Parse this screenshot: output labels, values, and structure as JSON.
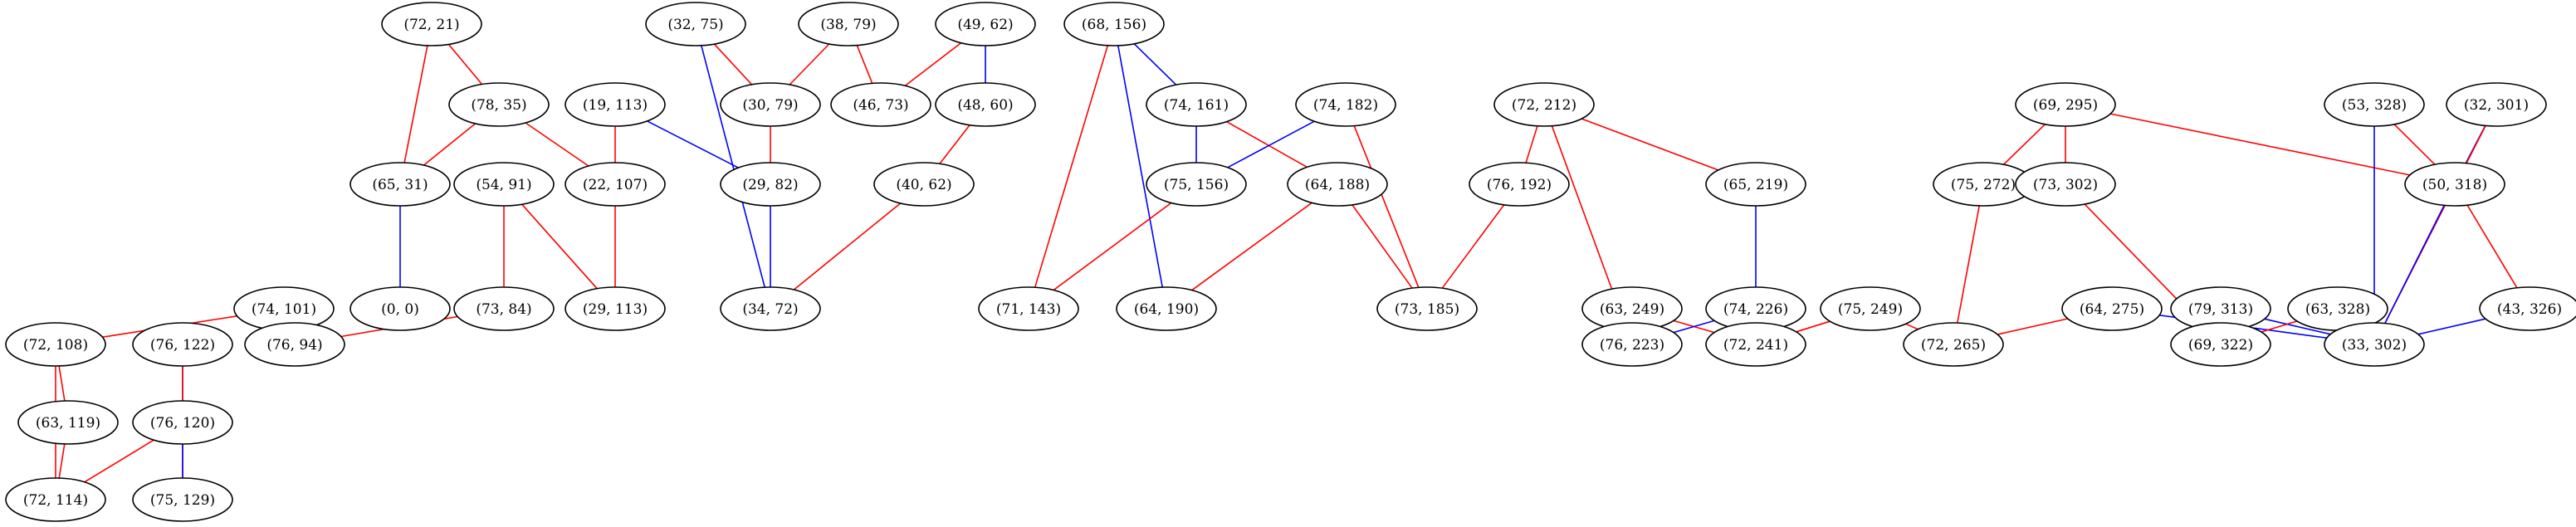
{
  "colors": {
    "red": "#ff0000",
    "blue": "#0000ff",
    "node_stroke": "#000000"
  },
  "nodes": [
    {
      "id": "n1",
      "label": "(72, 21)"
    },
    {
      "id": "n2",
      "label": "(78, 35)"
    },
    {
      "id": "n3",
      "label": "(65, 31)"
    },
    {
      "id": "n4",
      "label": "(0, 0)"
    },
    {
      "id": "n5",
      "label": "(19, 113)"
    },
    {
      "id": "n6",
      "label": "(22, 107)"
    },
    {
      "id": "n7",
      "label": "(54, 91)"
    },
    {
      "id": "n8",
      "label": "(73, 84)"
    },
    {
      "id": "n9",
      "label": "(29, 113)"
    },
    {
      "id": "n10",
      "label": "(74, 101)"
    },
    {
      "id": "n11",
      "label": "(76, 94)"
    },
    {
      "id": "n12",
      "label": "(72, 108)"
    },
    {
      "id": "n13",
      "label": "(63, 119)"
    },
    {
      "id": "n14",
      "label": "(72, 114)"
    },
    {
      "id": "n15",
      "label": "(76, 122)"
    },
    {
      "id": "n16",
      "label": "(76, 120)"
    },
    {
      "id": "n17",
      "label": "(75, 129)"
    },
    {
      "id": "n18",
      "label": "(32, 75)"
    },
    {
      "id": "n19",
      "label": "(30, 79)"
    },
    {
      "id": "n20",
      "label": "(38, 79)"
    },
    {
      "id": "n21",
      "label": "(46, 73)"
    },
    {
      "id": "n22",
      "label": "(29, 82)"
    },
    {
      "id": "n23",
      "label": "(34, 72)"
    },
    {
      "id": "n24",
      "label": "(49, 62)"
    },
    {
      "id": "n25",
      "label": "(48, 60)"
    },
    {
      "id": "n26",
      "label": "(40, 62)"
    },
    {
      "id": "n27",
      "label": "(68, 156)"
    },
    {
      "id": "n28",
      "label": "(74, 161)"
    },
    {
      "id": "n29",
      "label": "(75, 156)"
    },
    {
      "id": "n30",
      "label": "(71, 143)"
    },
    {
      "id": "n31",
      "label": "(64, 190)"
    },
    {
      "id": "n32",
      "label": "(74, 182)"
    },
    {
      "id": "n33",
      "label": "(64, 188)"
    },
    {
      "id": "n34",
      "label": "(73, 185)"
    },
    {
      "id": "n35",
      "label": "(72, 212)"
    },
    {
      "id": "n36",
      "label": "(76, 192)"
    },
    {
      "id": "n37",
      "label": "(65, 219)"
    },
    {
      "id": "n38",
      "label": "(63, 249)"
    },
    {
      "id": "n39",
      "label": "(74, 226)"
    },
    {
      "id": "n40",
      "label": "(76, 223)"
    },
    {
      "id": "n41",
      "label": "(72, 241)"
    },
    {
      "id": "n42",
      "label": "(75, 249)"
    },
    {
      "id": "n43",
      "label": "(72, 265)"
    },
    {
      "id": "n44",
      "label": "(69, 295)"
    },
    {
      "id": "n45",
      "label": "(75, 272)"
    },
    {
      "id": "n46",
      "label": "(73, 302)"
    },
    {
      "id": "n47",
      "label": "(64, 275)"
    },
    {
      "id": "n48",
      "label": "(79, 313)"
    },
    {
      "id": "n49",
      "label": "(69, 322)"
    },
    {
      "id": "n50",
      "label": "(63, 328)"
    },
    {
      "id": "n51",
      "label": "(53, 328)"
    },
    {
      "id": "n52",
      "label": "(32, 301)"
    },
    {
      "id": "n53",
      "label": "(50, 318)"
    },
    {
      "id": "n54",
      "label": "(43, 326)"
    },
    {
      "id": "n55",
      "label": "(33, 302)"
    }
  ],
  "edges": [
    {
      "from": "n1",
      "to": "n2",
      "color": "red"
    },
    {
      "from": "n1",
      "to": "n3",
      "color": "red"
    },
    {
      "from": "n2",
      "to": "n3",
      "color": "red"
    },
    {
      "from": "n2",
      "to": "n6",
      "color": "red"
    },
    {
      "from": "n3",
      "to": "n4",
      "color": "blue"
    },
    {
      "from": "n5",
      "to": "n6",
      "color": "red"
    },
    {
      "from": "n5",
      "to": "n22",
      "color": "blue"
    },
    {
      "from": "n6",
      "to": "n9",
      "color": "red"
    },
    {
      "from": "n7",
      "to": "n8",
      "color": "red"
    },
    {
      "from": "n7",
      "to": "n9",
      "color": "red"
    },
    {
      "from": "n8",
      "to": "n11",
      "color": "red"
    },
    {
      "from": "n10",
      "to": "n11",
      "color": "blue"
    },
    {
      "from": "n10",
      "to": "n12",
      "color": "red"
    },
    {
      "from": "n12",
      "to": "n13",
      "color": "red"
    },
    {
      "from": "n12",
      "to": "n14",
      "color": "red"
    },
    {
      "from": "n13",
      "to": "n14",
      "color": "red"
    },
    {
      "from": "n15",
      "to": "n16",
      "color": "blue"
    },
    {
      "from": "n15",
      "to": "n17",
      "color": "red"
    },
    {
      "from": "n16",
      "to": "n14",
      "color": "red"
    },
    {
      "from": "n16",
      "to": "n17",
      "color": "blue"
    },
    {
      "from": "n18",
      "to": "n19",
      "color": "red"
    },
    {
      "from": "n18",
      "to": "n23",
      "color": "blue"
    },
    {
      "from": "n20",
      "to": "n19",
      "color": "red"
    },
    {
      "from": "n20",
      "to": "n21",
      "color": "red"
    },
    {
      "from": "n19",
      "to": "n22",
      "color": "red"
    },
    {
      "from": "n22",
      "to": "n23",
      "color": "blue"
    },
    {
      "from": "n24",
      "to": "n21",
      "color": "red"
    },
    {
      "from": "n24",
      "to": "n25",
      "color": "blue"
    },
    {
      "from": "n25",
      "to": "n26",
      "color": "red"
    },
    {
      "from": "n26",
      "to": "n23",
      "color": "red"
    },
    {
      "from": "n27",
      "to": "n28",
      "color": "blue"
    },
    {
      "from": "n27",
      "to": "n30",
      "color": "red"
    },
    {
      "from": "n27",
      "to": "n31",
      "color": "blue"
    },
    {
      "from": "n28",
      "to": "n29",
      "color": "blue"
    },
    {
      "from": "n28",
      "to": "n33",
      "color": "red"
    },
    {
      "from": "n32",
      "to": "n29",
      "color": "blue"
    },
    {
      "from": "n32",
      "to": "n34",
      "color": "red"
    },
    {
      "from": "n29",
      "to": "n30",
      "color": "red"
    },
    {
      "from": "n33",
      "to": "n31",
      "color": "red"
    },
    {
      "from": "n33",
      "to": "n34",
      "color": "red"
    },
    {
      "from": "n35",
      "to": "n36",
      "color": "red"
    },
    {
      "from": "n35",
      "to": "n37",
      "color": "red"
    },
    {
      "from": "n35",
      "to": "n40",
      "color": "red"
    },
    {
      "from": "n36",
      "to": "n34",
      "color": "red"
    },
    {
      "from": "n37",
      "to": "n39",
      "color": "blue"
    },
    {
      "from": "n38",
      "to": "n40",
      "color": "blue"
    },
    {
      "from": "n38",
      "to": "n41",
      "color": "red"
    },
    {
      "from": "n39",
      "to": "n40",
      "color": "blue"
    },
    {
      "from": "n39",
      "to": "n41",
      "color": "red"
    },
    {
      "from": "n42",
      "to": "n41",
      "color": "red"
    },
    {
      "from": "n42",
      "to": "n43",
      "color": "red"
    },
    {
      "from": "n44",
      "to": "n45",
      "color": "red"
    },
    {
      "from": "n44",
      "to": "n46",
      "color": "red"
    },
    {
      "from": "n44",
      "to": "n53",
      "color": "red"
    },
    {
      "from": "n45",
      "to": "n43",
      "color": "red"
    },
    {
      "from": "n46",
      "to": "n49",
      "color": "red"
    },
    {
      "from": "n47",
      "to": "n43",
      "color": "red"
    },
    {
      "from": "n47",
      "to": "n55",
      "color": "blue"
    },
    {
      "from": "n48",
      "to": "n49",
      "color": "red"
    },
    {
      "from": "n48",
      "to": "n55",
      "color": "blue"
    },
    {
      "from": "n50",
      "to": "n49",
      "color": "red"
    },
    {
      "from": "n50",
      "to": "n55",
      "color": "blue"
    },
    {
      "from": "n51",
      "to": "n53",
      "color": "red"
    },
    {
      "from": "n51",
      "to": "n55",
      "color": "blue"
    },
    {
      "from": "n52",
      "to": "n53",
      "color": "blue"
    },
    {
      "from": "n52",
      "to": "n55",
      "color": "red"
    },
    {
      "from": "n53",
      "to": "n54",
      "color": "red"
    },
    {
      "from": "n53",
      "to": "n55",
      "color": "blue"
    },
    {
      "from": "n54",
      "to": "n55",
      "color": "blue"
    }
  ]
}
